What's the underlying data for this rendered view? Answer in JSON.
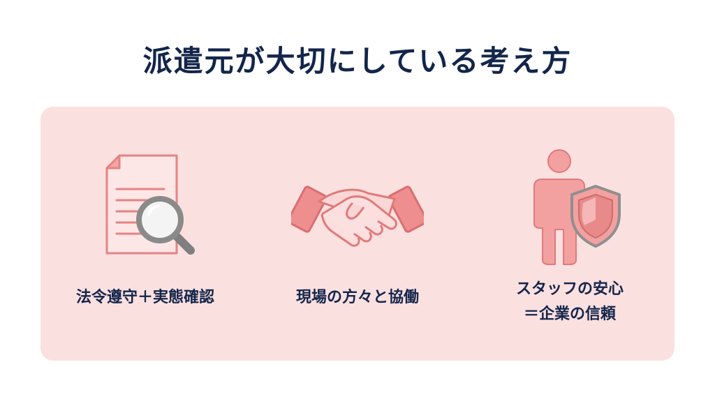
{
  "title": "派遣元が大切にしている考え方",
  "items": [
    {
      "label_lines": [
        "法令遵守＋実態確認"
      ],
      "icon": "document-magnifier-icon"
    },
    {
      "label_lines": [
        "現場の方々と協働"
      ],
      "icon": "handshake-icon"
    },
    {
      "label_lines": [
        "スタッフの安心",
        "＝企業の信頼"
      ],
      "icon": "person-shield-icon"
    }
  ],
  "colors": {
    "title": "#13254a",
    "panel": "#fbe0e0",
    "icon_fill": "#f3a5a5",
    "icon_stroke": "#e07a7a",
    "magnifier": "#8a8a8a"
  }
}
